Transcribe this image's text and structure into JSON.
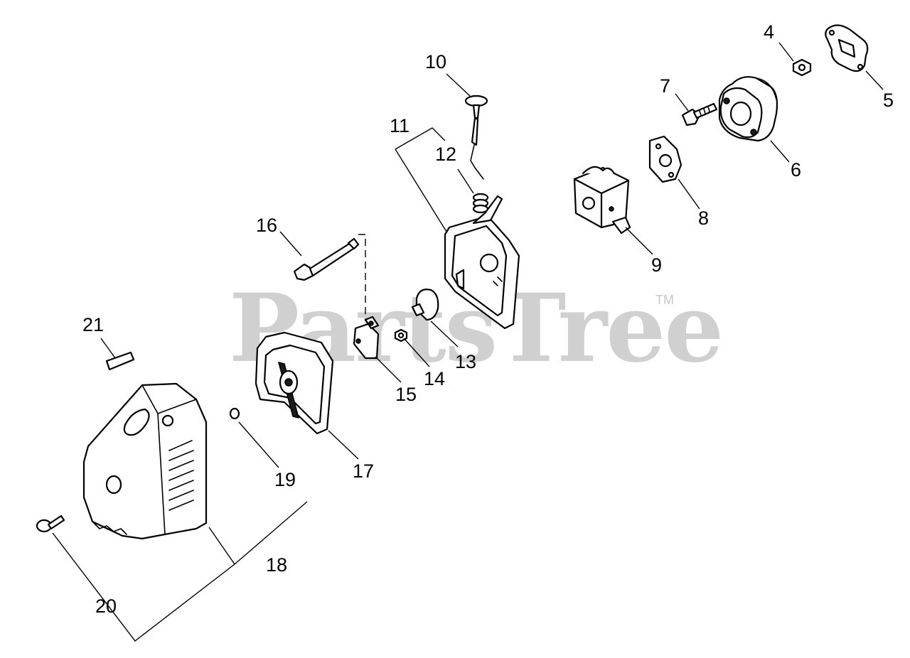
{
  "watermark": {
    "text": "PartsTree",
    "trademark": "TM"
  },
  "callouts": {
    "c4": "4",
    "c5": "5",
    "c6": "6",
    "c7": "7",
    "c8": "8",
    "c9": "9",
    "c10": "10",
    "c11": "11",
    "c12": "12",
    "c13": "13",
    "c14": "14",
    "c15": "15",
    "c16": "16",
    "c17": "17",
    "c18": "18",
    "c19": "19",
    "c20": "20",
    "c21": "21"
  }
}
